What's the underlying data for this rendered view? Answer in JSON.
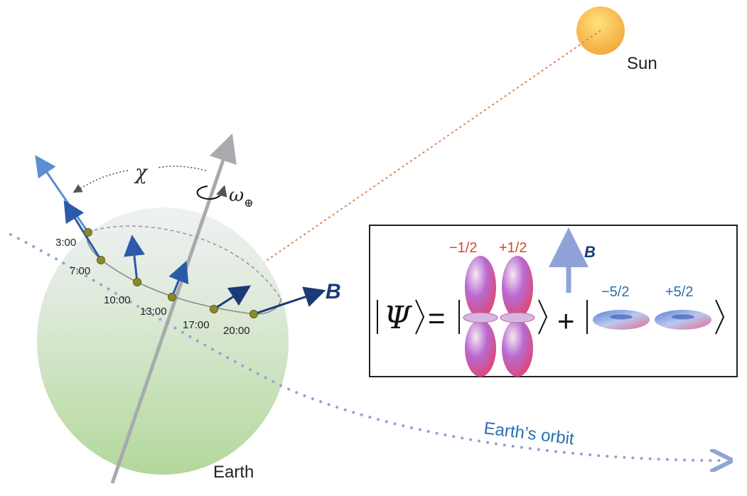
{
  "labels": {
    "sun": "Sun",
    "earth": "Earth",
    "orbit": "Earth’s orbit",
    "chi": "χ",
    "omega": "ω",
    "omega_sub": "⊕",
    "b_field": "B",
    "b_field_inset": "B"
  },
  "times": [
    "3:00",
    "7:00",
    "10:00",
    "13:00",
    "17:00",
    "20:00"
  ],
  "equation": {
    "psi": "Ψ",
    "plus": "+",
    "equals": "=",
    "lobe_labels_left": [
      "−1/2",
      "+1/2"
    ],
    "lobe_labels_right": [
      "−5/2",
      "+5/2"
    ]
  },
  "colors": {
    "earth_top": "#eef0f2",
    "earth_bottom": "#b9dca0",
    "sun": "#f7b64a",
    "orbit": "#8fa6d4",
    "arrow_dark": "#1b3a78",
    "arrow_light": "#5b8fd0",
    "red_label": "#d8452a",
    "blue_label": "#2a6eb3",
    "dot": "#8a8a2a"
  }
}
